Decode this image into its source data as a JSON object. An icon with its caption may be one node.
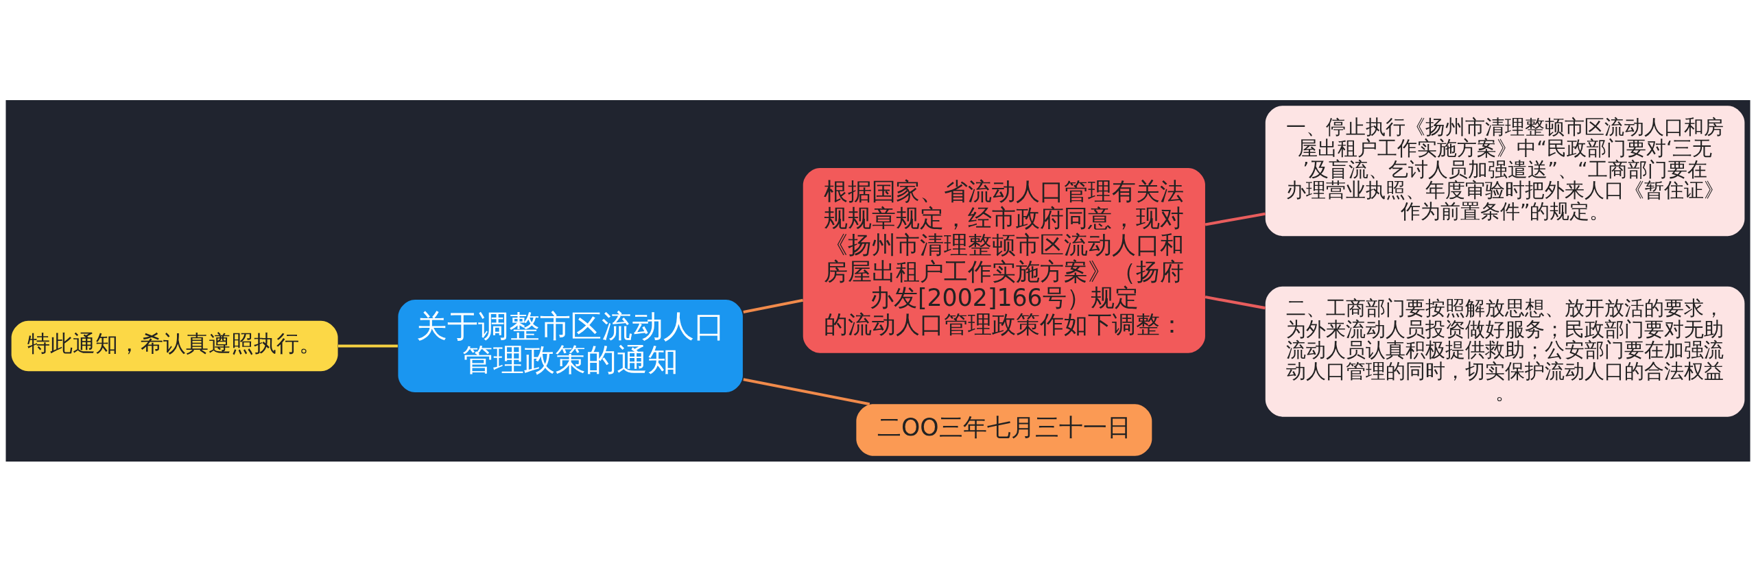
{
  "diagram": {
    "nodes": [
      {
        "text": [
          "关于调整市区流动人口管理政策的通知"
        ]
      },
      {
        "text": [
          "特此通知，希认真遵照执行。"
        ]
      },
      {
        "text": [
          "根据国家、省流动人口管理有关法规规章规定，经市政府同意，现对《扬州市清理整顿市区流动人口和房屋出租户工作实施方案》（扬府办发[2002]166号）规定的流动人口管理政策作如下调整："
        ]
      },
      {
        "text": [
          "一、停止执行《扬州市清理整顿市区流动人口和房屋出租户工作实施方案》中“民政部门要对‘三无’及盲流、乞讨人员加强遣送”、“工商部门要在办理营业执照、年度审验时把外来人口《暂住证》作为前置条件”的规定。"
        ]
      },
      {
        "text": [
          "二、工商部门要按照解放思想、放开放活的要求，为外来流动人员投资做好服务；民政部门要对无助流动人员认真积极提供救助；公安部门要在加强流动人口管理的同时，切实保护流动人口的合法权益。"
        ]
      },
      {
        "text": [
          "二OO三年七月三十一日"
        ]
      }
    ],
    "edges": [
      {
        "from": 0,
        "to": 1,
        "arrow": "none",
        "color": "#f5d142"
      },
      {
        "from": 0,
        "to": 2,
        "arrow": "none",
        "color": "#f08a4b"
      },
      {
        "from": 0,
        "to": 5,
        "arrow": "none",
        "color": "#f08a4b"
      },
      {
        "from": 2,
        "to": 3,
        "arrow": "none",
        "color": "#e85d5d"
      },
      {
        "from": 2,
        "to": 4,
        "arrow": "none",
        "color": "#e85d5d"
      }
    ]
  }
}
